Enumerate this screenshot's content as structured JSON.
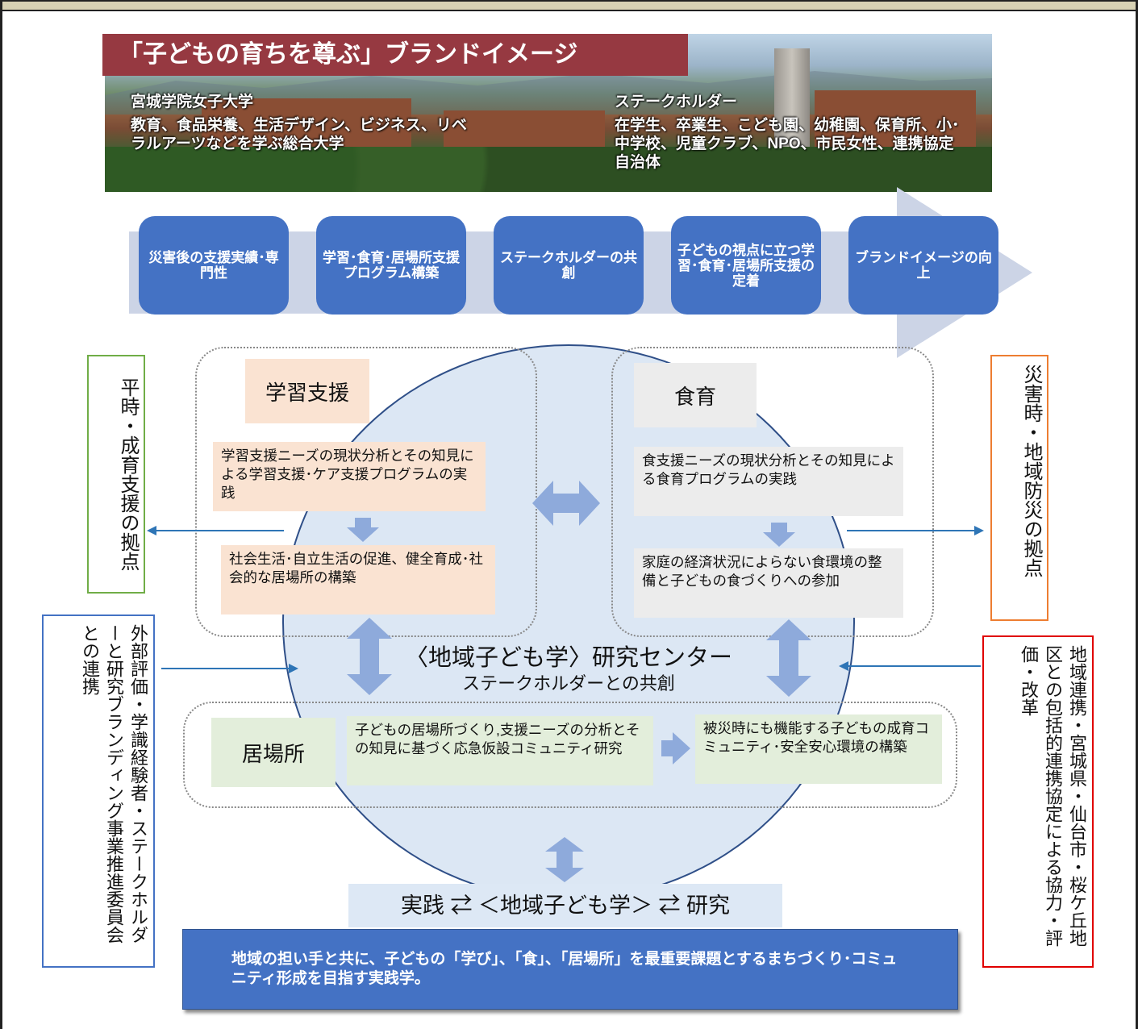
{
  "title": "「子どもの育ちを尊ぶ」ブランドイメージ",
  "university": {
    "name": "宮城学院女子大学",
    "desc": "教育、食品栄養、生活デザイン、ビジネス、リベラルアーツなどを学ぶ総合大学"
  },
  "stakeholders": {
    "title": "ステークホルダー",
    "desc": "在学生、卒業生、こども園、幼稚園、保育所、小･中学校、児童クラブ、NPO、市民女性、連携協定自治体"
  },
  "steps": [
    "災害後の支援実績･専門性",
    "学習･食育･居場所支援プログラム構築",
    "ステークホルダーの共創",
    "子どもの視点に立つ学習･食育･居場所支援の定着",
    "ブランドイメージの向上"
  ],
  "learning": {
    "label": "学習支援",
    "text1": "学習支援ニーズの現状分析とその知見による学習支援･ケア支援プログラムの実践",
    "text2": "社会生活･自立生活の促進、健全育成･社会的な居場所の構築"
  },
  "food": {
    "label": "食育",
    "text1": "食支援ニーズの現状分析とその知見による食育プログラムの実践",
    "text2": "家庭の経済状況によらない食環境の整備と子どもの食づくりへの参加"
  },
  "place": {
    "label": "居場所",
    "text1": "子どもの居場所づくり,支援ニーズの分析とその知見に基づく応急仮設コミュニティ研究",
    "text2": "被災時にも機能する子どもの成育コミュニティ･安全安心環境の構築"
  },
  "center": {
    "title": "〈地域子ども学〉研究センター",
    "sub": "ステークホルダーとの共創"
  },
  "side": {
    "normal": "平時・成育支援の拠点",
    "disaster": "災害時・地域防災の拠点",
    "external": "外部評価・学識経験者・ステークホルダーと研究ブランディング事業推進委員会との連携",
    "regional": "地域連携・宮城県・仙台市・桜ケ丘地区との包括的連携協定による協力・評価・改革"
  },
  "practice": "実践 ⇄ ＜地域子ども学＞ ⇄ 研究",
  "bottom": "地域の担い手と共に、子どもの「学び」、「食」、「居場所」を最重要課題とするまちづくり･コミュニティ形成を目指す実践学。",
  "colors": {
    "title_bg": "#963941",
    "step_bg": "#4472c4",
    "circle_bg": "#dce7f4",
    "peach": "#fae3d2",
    "gray": "#ececec",
    "green": "#e3eedb",
    "arrow_blue": "#2e75b6"
  }
}
